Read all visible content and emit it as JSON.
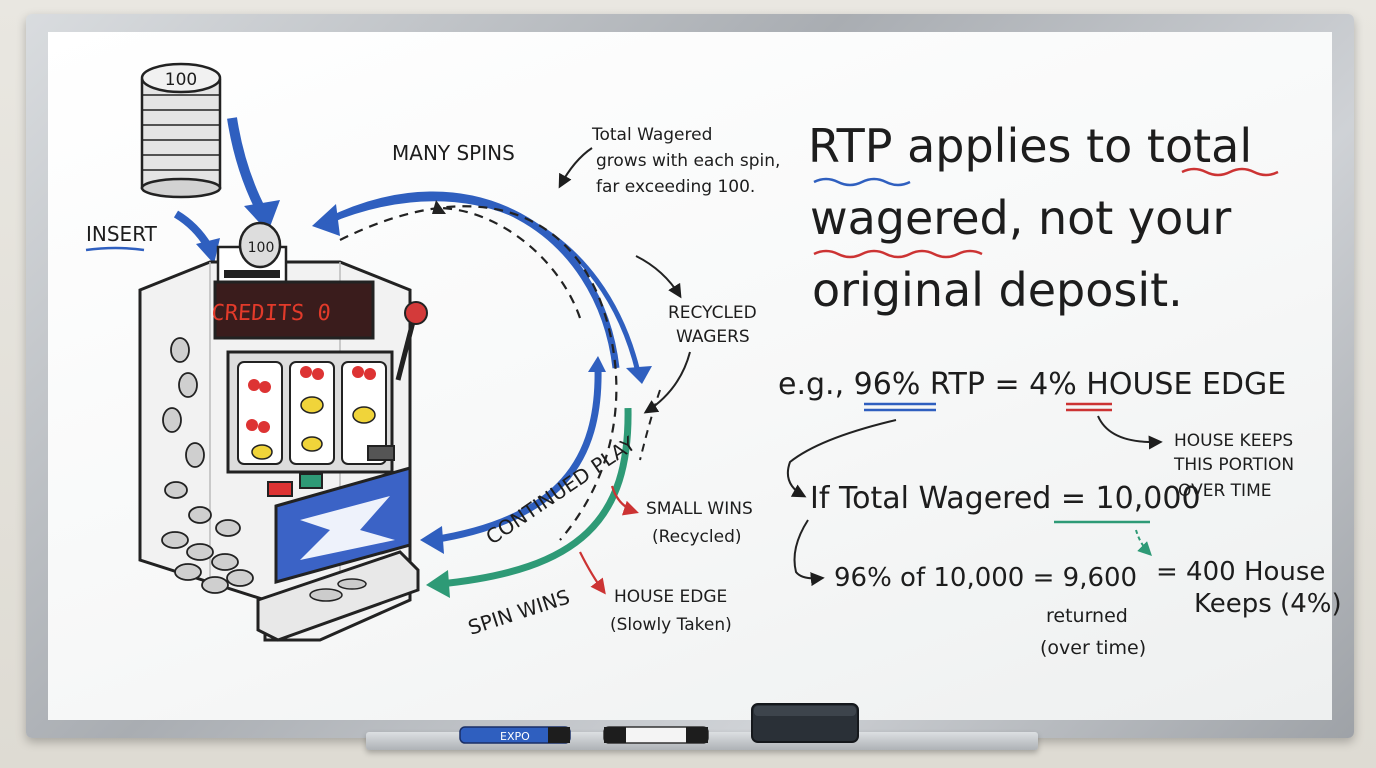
{
  "coin_stack": {
    "top_label": "100"
  },
  "coin_slot": {
    "label": "100"
  },
  "machine": {
    "display": "CREDITS 0"
  },
  "labels": {
    "insert": "INSERT",
    "many_spins": "MANY SPINS",
    "total_wagered_note": [
      "Total Wagered",
      "grows with each spin,",
      "far exceeding 100."
    ],
    "recycled_wagers": [
      "RECYCLED",
      "WAGERS"
    ],
    "continued_play": "CONTINUED PLAY",
    "spin_wins": "SPIN WINS",
    "small_wins": [
      "SMALL WINS",
      "(Recycled)"
    ],
    "house_edge_note": [
      "HOUSE EDGE",
      "(Slowly Taken)"
    ]
  },
  "headline": [
    "RTP applies to total",
    "wagered, not your",
    "original deposit."
  ],
  "example": {
    "line": "e.g., 96% RTP = 4% HOUSE EDGE",
    "house_keeps": [
      "HOUSE KEEPS",
      "THIS PORTION",
      "OVER TIME"
    ],
    "if_line": "If Total Wagered = 10,000",
    "calc_line": "96% of 10,000 = 9,600",
    "returned": [
      "returned",
      "(over time)"
    ],
    "house_line": [
      "= 400 House",
      "Keeps (4%)"
    ]
  },
  "colors": {
    "blue": "#2f5fbf",
    "green": "#2e9a76",
    "red": "#cc3333",
    "ink": "#1d1d1d",
    "display": "#e23a2a"
  },
  "markers": {
    "blue_marker": "EXPO"
  }
}
